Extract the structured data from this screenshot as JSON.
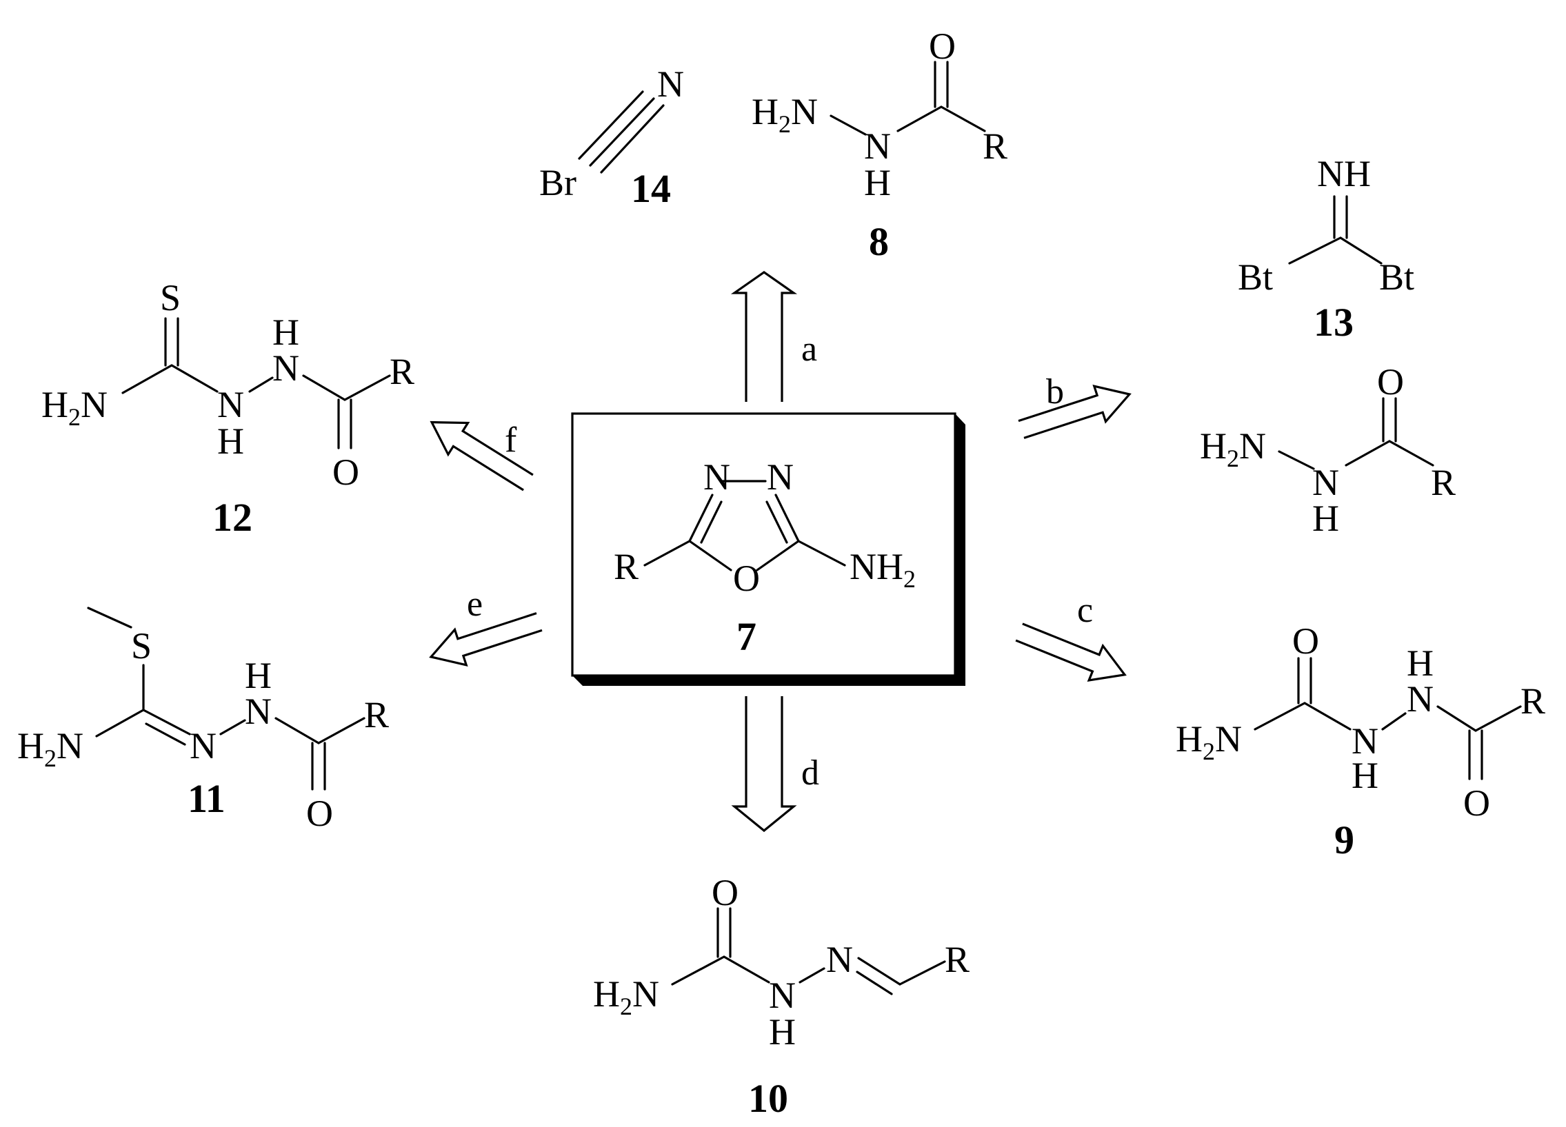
{
  "diagram": {
    "compounds": {
      "c7": {
        "number": "7"
      },
      "c8": {
        "number": "8"
      },
      "c9": {
        "number": "9"
      },
      "c10": {
        "number": "10"
      },
      "c11": {
        "number": "11"
      },
      "c12": {
        "number": "12"
      },
      "c13": {
        "number": "13"
      },
      "c14": {
        "number": "14"
      }
    },
    "routes": {
      "a": "a",
      "b": "b",
      "c": "c",
      "d": "d",
      "e": "e",
      "f": "f"
    },
    "atoms": {
      "N": "N",
      "O": "O",
      "S": "S",
      "H": "H",
      "R": "R",
      "Br": "Br",
      "Bt": "Bt",
      "NH": "NH",
      "NH2": "NH",
      "H2N": "H",
      "two": "2"
    }
  }
}
